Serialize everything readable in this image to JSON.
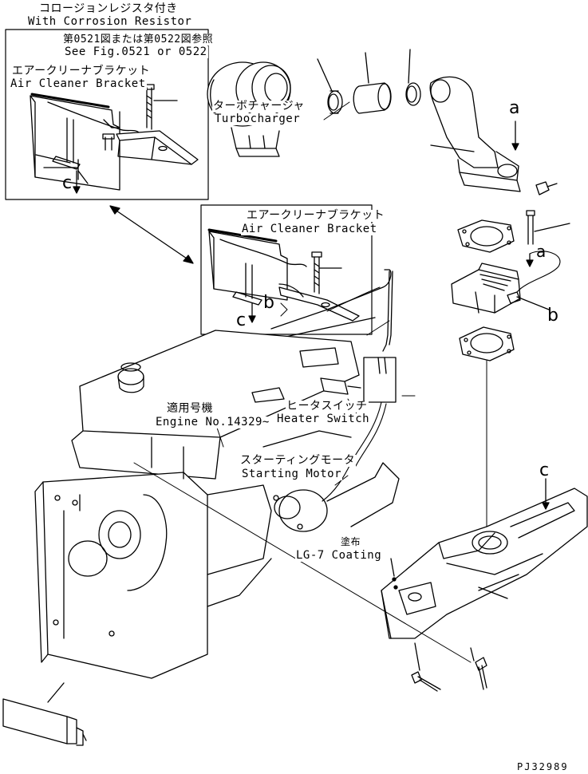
{
  "labels": {
    "corrosion_jp": "コロージョンレジスタ付き",
    "corrosion_en": "With Corrosion Resistor",
    "see_fig_jp": "第0521図または第0522図参照",
    "see_fig_en": "See Fig.0521 or 0522",
    "bracket_top_jp": "エアークリーナブラケット",
    "bracket_top_en": "Air Cleaner Bracket",
    "bracket_mid_jp": "エアークリーナブラケット",
    "bracket_mid_en": "Air Cleaner Bracket",
    "turbo_jp": "ターボチャージャ",
    "turbo_en": "Turbocharger",
    "engine_jp": "適用号機",
    "engine_en": "Engine No.14329~",
    "heater_jp": "ヒータスイッチ",
    "heater_en": "Heater Switch",
    "starting_jp": "スターティングモータ",
    "starting_en": "Starting Motor",
    "coating_jp": "塗布",
    "coating_en": "LG-7 Coating",
    "ref_a_top": "a",
    "ref_a_mid": "a",
    "ref_b_right": "b",
    "ref_b_left": "b",
    "ref_c_top": "c",
    "ref_c_mid": "c",
    "ref_c_right": "c",
    "drawing_code": "PJ32989"
  }
}
